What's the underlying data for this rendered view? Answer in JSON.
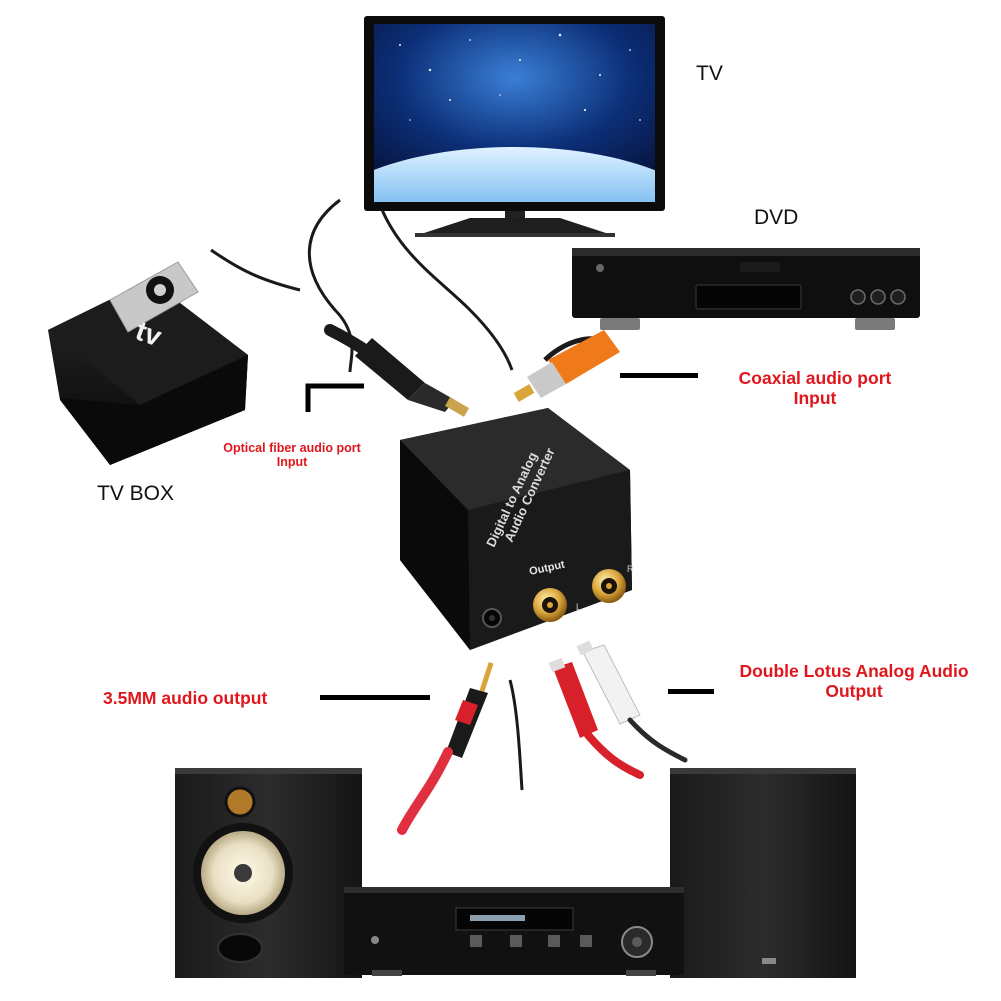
{
  "devices": {
    "tv": "TV",
    "dvd": "DVD",
    "tv_box": "TV BOX",
    "tv_box_logo": "tv"
  },
  "ports": {
    "coaxial": {
      "line1": "Coaxial audio port",
      "line2": "Input"
    },
    "optical": {
      "line1": "Optical fiber audio port",
      "line2": "Input"
    },
    "headphone": {
      "line1": "3.5MM audio output"
    },
    "rca": {
      "line1": "Double Lotus Analog Audio",
      "line2": "Output"
    }
  },
  "converter": {
    "label_line1": "Digital to Analog",
    "label_line2": "Audio Converter",
    "output_label": "Output",
    "r_label": "R",
    "l_label": "L"
  },
  "colors": {
    "label_red": "#e0161d",
    "text_black": "#111111",
    "rca_red": "#d8202a",
    "rca_white": "#f2f2f2",
    "coax_orange": "#f07a1a",
    "gold": "#d9a43a"
  }
}
